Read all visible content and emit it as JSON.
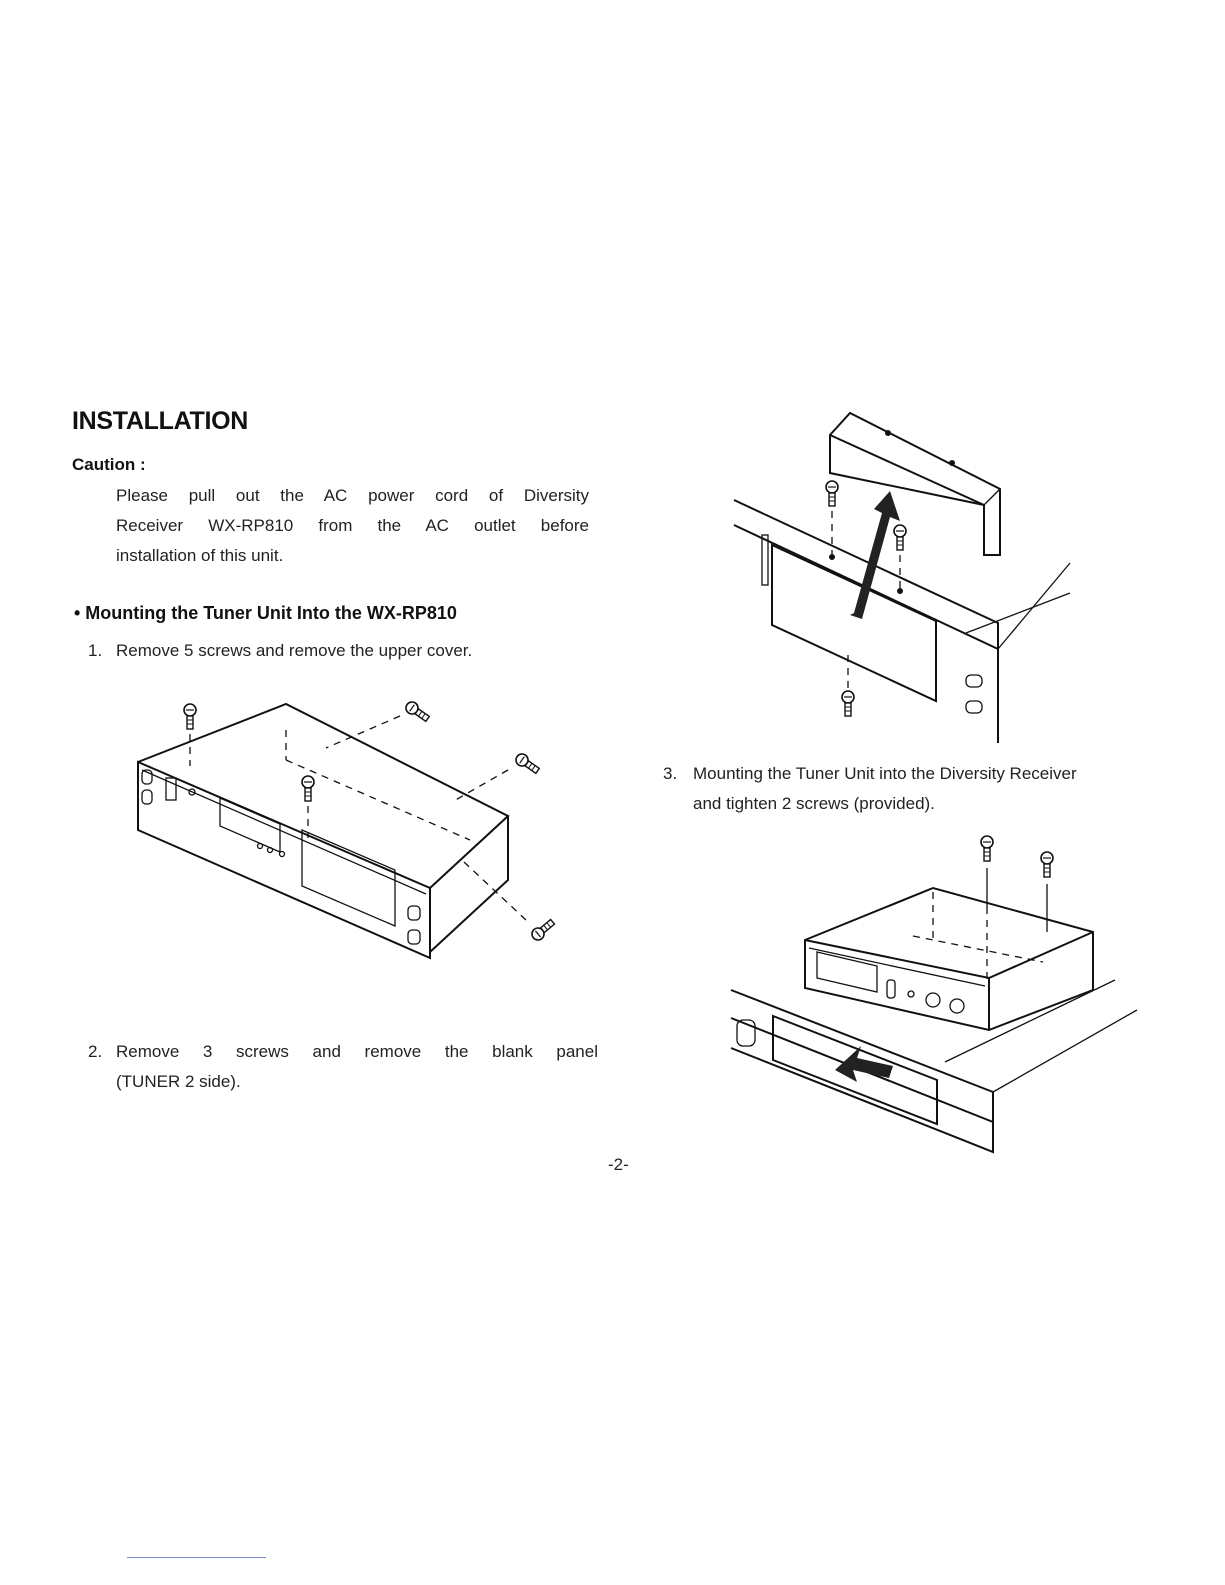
{
  "title": "INSTALLATION",
  "caution": {
    "label": "Caution :",
    "lines": [
      "Please pull out the AC power cord of Diversity",
      "Receiver WX-RP810 from the AC outlet before",
      "installation of this unit."
    ]
  },
  "section_heading": "• Mounting the Tuner Unit Into the WX-RP810",
  "steps": [
    {
      "number": "1.",
      "lines": [
        "Remove 5 screws and remove the upper cover."
      ]
    },
    {
      "number": "2.",
      "lines": [
        "Remove 3 screws and remove the blank panel",
        "(TUNER 2 side)."
      ]
    },
    {
      "number": "3.",
      "lines": [
        "Mounting the Tuner Unit into the Diversity Receiver",
        "and tighten 2 screws (provided)."
      ]
    }
  ],
  "page_number": "-2-"
}
